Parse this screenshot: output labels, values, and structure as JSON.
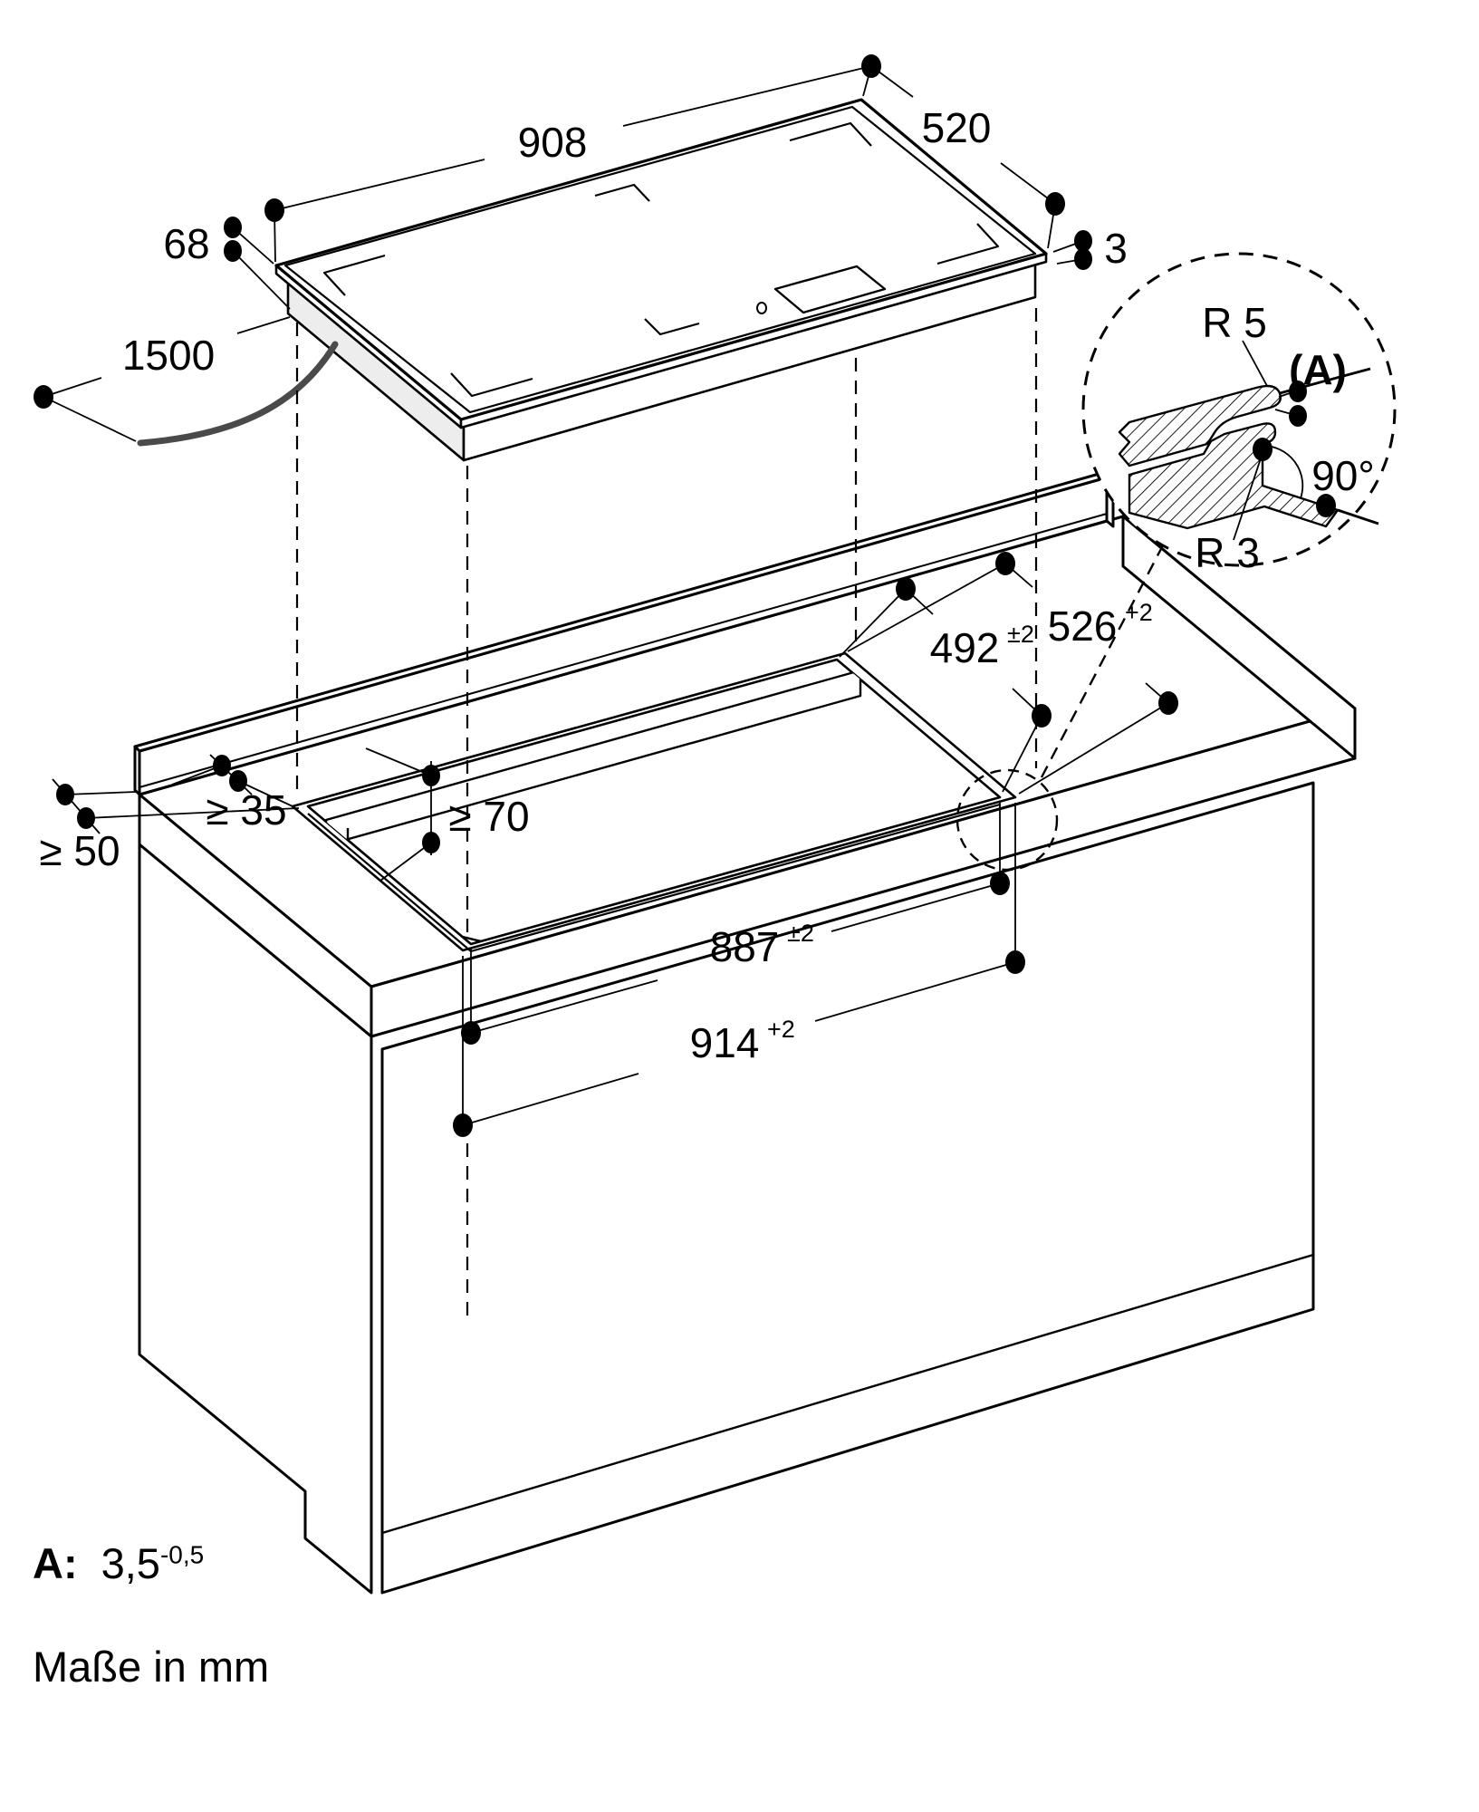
{
  "drawing": {
    "kind": "installation-dimension-drawing",
    "colors": {
      "line": "#000000",
      "cord": "#4a4a4a",
      "shade": "#ededed",
      "background": "#ffffff"
    }
  },
  "labels": {
    "width": "908",
    "depth": "520",
    "glass_thickness": "3",
    "height": "68",
    "cable_length": "1500",
    "cutout_depth": {
      "value": "492",
      "tol": "±2"
    },
    "recess_depth": {
      "value": "526",
      "tol": "+2"
    },
    "cutout_width": {
      "value": "887",
      "tol": "±2"
    },
    "recess_width": {
      "value": "914",
      "tol": "+2"
    },
    "min_back": "≥ 35",
    "min_below": "≥ 70",
    "min_side": "≥ 50",
    "radius_outer": "R 5",
    "radius_inner": "R 3",
    "angle": "90°",
    "detail_ref": "(A)"
  },
  "footer": {
    "a_label": "A:",
    "a_value": "3,5",
    "a_tol": "-0,5",
    "units": "Maße in mm"
  }
}
